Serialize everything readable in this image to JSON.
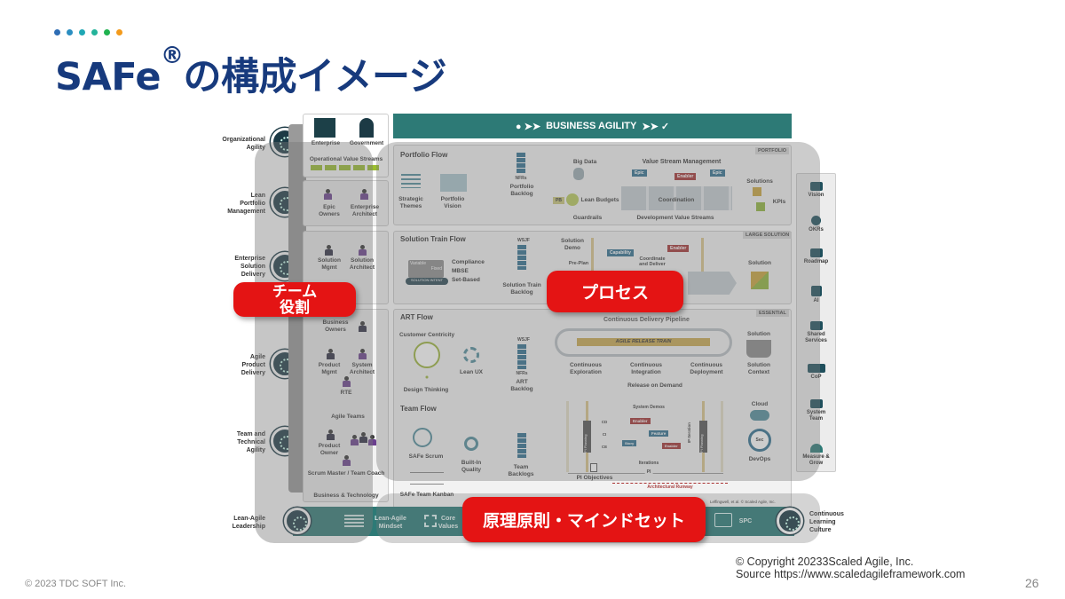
{
  "slide": {
    "title": "SAFe",
    "title_mark": "®",
    "title_suffix": "の構成イメージ",
    "dots": [
      "#2e6db4",
      "#2b8ec1",
      "#1fa7b4",
      "#23b39a",
      "#1fb24f",
      "#f39a1b"
    ],
    "footer_left": "© 2023 TDC SOFT Inc.",
    "copyright": "© Copyright 20233Scaled Agile, Inc.",
    "source": "Source https://www.scaledagileframework.com",
    "page_number": "26"
  },
  "callouts": {
    "team_roles_1": "チーム",
    "team_roles_2": "役割",
    "process": "プロセス",
    "principles": "原理原則・マインドセット"
  },
  "competencies": [
    {
      "l1": "Organizational",
      "l2": "Agility"
    },
    {
      "l1": "Lean",
      "l2": "Portfolio",
      "l3": "Management"
    },
    {
      "l1": "Enterprise",
      "l2": "Solution",
      "l3": "Delivery"
    },
    {
      "l1": "Agile",
      "l2": "Product",
      "l3": "Delivery"
    },
    {
      "l1": "Team and",
      "l2": "Technical",
      "l3": "Agility"
    },
    {
      "l1": "Lean-Agile",
      "l2": "Leadership"
    }
  ],
  "roles": {
    "enterprise": "Enterprise",
    "government": "Government",
    "ovs": "Operational Value Streams",
    "epic_owners": [
      "Epic",
      "Owners"
    ],
    "enterprise_architect": [
      "Enterprise",
      "Architect"
    ],
    "solution_mgmt": [
      "Solution",
      "Mgmt"
    ],
    "solution_architect": [
      "Solution",
      "Architect"
    ],
    "business_owners": [
      "Business",
      "Owners"
    ],
    "product_mgmt": [
      "Product",
      "Mgmt"
    ],
    "system_architect": [
      "System",
      "Architect"
    ],
    "rte": "RTE",
    "agile_teams": "Agile Teams",
    "product_owner": [
      "Product",
      "Owner"
    ],
    "sm_tc": "Scrum Master / Team Coach",
    "business_tech": "Business & Technology"
  },
  "banner": "BUSINESS AGILITY",
  "portfolio": {
    "tag": "PORTFOLIO",
    "title": "Portfolio Flow",
    "strategic_themes": [
      "Strategic",
      "Themes"
    ],
    "portfolio_vision": [
      "Portfolio",
      "Vision"
    ],
    "nfrs": "NFRs",
    "portfolio_backlog": [
      "Portfolio",
      "Backlog"
    ],
    "big_data": "Big Data",
    "pb": "PB",
    "lean_budgets": "Lean Budgets",
    "guardrails": "Guardrails",
    "vsm": "Value Stream Management",
    "epic": "Epic",
    "enabler": "Enabler",
    "coordination": "Coordination",
    "dvs": "Development Value Streams",
    "solutions": "Solutions",
    "kpis": "KPIs"
  },
  "large_solution": {
    "tag": "LARGE SOLUTION",
    "title": "Solution Train Flow",
    "variable": "Variable",
    "fixed": "Fixed",
    "solution_intent": "SOLUTION INTENT",
    "compliance": "Compliance",
    "mbse": "MBSE",
    "set_based": "Set-Based",
    "wsjf": "WSJF",
    "solution_train_backlog": [
      "Solution Train",
      "Backlog"
    ],
    "solution_demo": [
      "Solution",
      "Demo"
    ],
    "pre_plan": "Pre-Plan",
    "capability": "Capability",
    "enabler": "Enabler",
    "coordinate": [
      "Coordinate",
      "and Deliver"
    ],
    "solution": "Solution"
  },
  "essential": {
    "tag": "ESSENTIAL",
    "art_flow": "ART Flow",
    "customer_centricity": "Customer Centricity",
    "design_thinking": "Design Thinking",
    "lean_ux": "Lean UX",
    "wsjf": "WSJF",
    "nfrs": "NFRs",
    "art_backlog": [
      "ART",
      "Backlog"
    ],
    "cdp": "Continuous Delivery Pipeline",
    "art": "AGILE RELEASE TRAIN",
    "ce": [
      "Continuous",
      "Exploration"
    ],
    "ci": [
      "Continuous",
      "Integration"
    ],
    "cd": [
      "Continuous",
      "Deployment"
    ],
    "solution": "Solution",
    "solution_context": [
      "Solution",
      "Context"
    ],
    "release_on_demand": "Release on Demand",
    "team_flow": "Team Flow",
    "safe_scrum": "SAFe Scrum",
    "built_in_quality": [
      "Built-In",
      "Quality"
    ],
    "team_backlogs": [
      "Team",
      "Backlogs"
    ],
    "safe_team_kanban": "SAFe Team Kanban",
    "system_demos": "System Demos",
    "enabler": "Enabler",
    "feature": "Feature",
    "story": "Story",
    "iterations": "Iterations",
    "pi": "PI",
    "pi_objectives": "PI Objectives",
    "pi_planning": "PI Planning",
    "ip_iteration": "IP Iteration",
    "cd_short": "CD",
    "ci_short": "CI",
    "ce_short": "CE",
    "cloud": "Cloud",
    "sec": "Sec",
    "devops": "DevOps",
    "architectural_runway": "Architectural Runway",
    "credit": "Leffingwell, et al. © Scaled Agile, Inc."
  },
  "sidebar": [
    {
      "label": "Vision"
    },
    {
      "label": "OKRs"
    },
    {
      "label": "Roadmap"
    },
    {
      "label": "AI"
    },
    {
      "label": "Shared Services"
    },
    {
      "label": "CoP"
    },
    {
      "label": "System Team"
    },
    {
      "label": "Measure & Grow"
    }
  ],
  "bottom": {
    "mindset": [
      "Lean-Agile",
      "Mindset"
    ],
    "core_values": [
      "Core",
      "Values"
    ],
    "spc": "SPC",
    "clc": [
      "Continuous",
      "Learning",
      "Culture"
    ]
  },
  "colors": {
    "title": "#173a7d",
    "teal": "#2d7a76",
    "callout": "#e41414"
  }
}
